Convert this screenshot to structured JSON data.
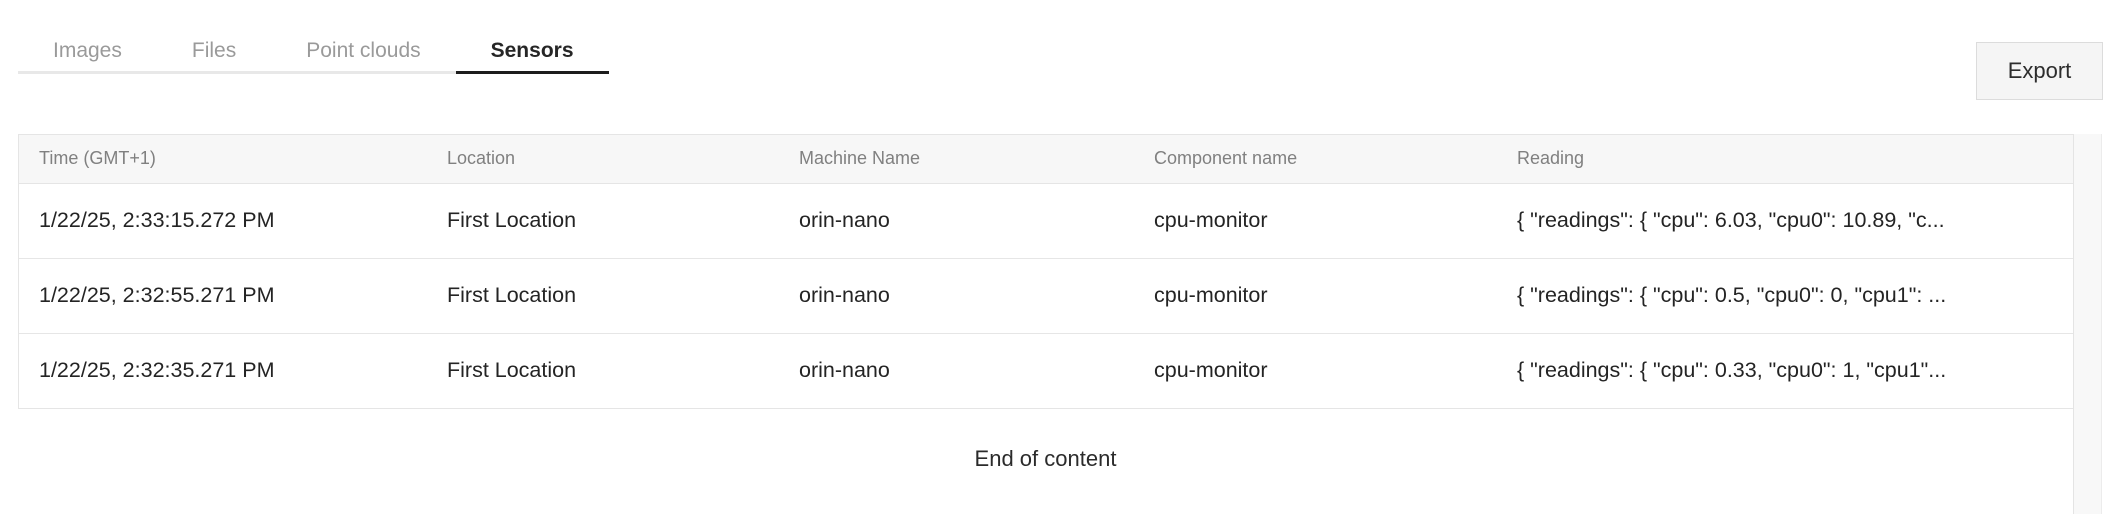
{
  "tabs": {
    "items": [
      {
        "label": "Images",
        "active": false
      },
      {
        "label": "Files",
        "active": false
      },
      {
        "label": "Point clouds",
        "active": false
      },
      {
        "label": "Sensors",
        "active": true
      }
    ]
  },
  "toolbar": {
    "export_label": "Export"
  },
  "table": {
    "columns": [
      "Time (GMT+1)",
      "Location",
      "Machine Name",
      "Component name",
      "Reading"
    ],
    "rows": [
      [
        "1/22/25, 2:33:15.272 PM",
        "First Location",
        "orin-nano",
        "cpu-monitor",
        "{ \"readings\": { \"cpu\": 6.03, \"cpu0\": 10.89, \"c..."
      ],
      [
        "1/22/25, 2:32:55.271 PM",
        "First Location",
        "orin-nano",
        "cpu-monitor",
        "{ \"readings\": { \"cpu\": 0.5, \"cpu0\": 0, \"cpu1\": ..."
      ],
      [
        "1/22/25, 2:32:35.271 PM",
        "First Location",
        "orin-nano",
        "cpu-monitor",
        "{ \"readings\": { \"cpu\": 0.33, \"cpu0\": 1, \"cpu1\"..."
      ]
    ]
  },
  "footer": {
    "end_message": "End of content"
  },
  "colors": {
    "active_tab_underline": "#1d1d1d",
    "inactive_tab_text": "#9a9a9a",
    "tab_underline": "#e8e8e8",
    "header_bg": "#f7f7f7",
    "header_text": "#808080",
    "row_text": "#242424",
    "border": "#e5e5e5",
    "export_bg": "#f5f5f5",
    "scroll_track_bg": "#f8f8f8"
  }
}
